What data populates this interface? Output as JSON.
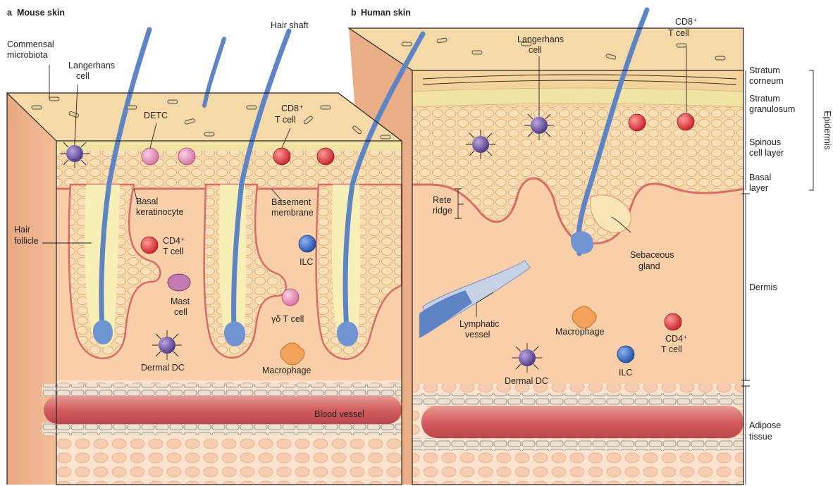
{
  "panel_a": {
    "letter": "a",
    "title": "Mouse skin",
    "labels": {
      "commensal_1": "Commensal",
      "commensal_2": "microbiota",
      "langerhans_1": "Langerhans",
      "langerhans_2": "cell",
      "hair_shaft": "Hair shaft",
      "detc": "DETC",
      "cd8_1": "CD8⁺",
      "cd8_2": "T cell",
      "basal_1": "Basal",
      "basal_2": "keratinocyte",
      "basement_1": "Basement",
      "basement_2": "membrane",
      "hair_1": "Hair",
      "hair_2": "follicle",
      "cd4_1": "CD4⁺",
      "cd4_2": "T cell",
      "ilc": "ILC",
      "mast_1": "Mast",
      "mast_2": "cell",
      "gd": "γδ T cell",
      "dermal_dc": "Dermal DC",
      "macrophage": "Macrophage",
      "blood_vessel": "Blood vessel"
    }
  },
  "panel_b": {
    "letter": "b",
    "title": "Human skin",
    "labels": {
      "langerhans_1": "Langerhans",
      "langerhans_2": "cell",
      "cd8_1": "CD8⁺",
      "cd8_2": "T cell",
      "rete_1": "Rete",
      "rete_2": "ridge",
      "sebaceous_1": "Sebaceous",
      "sebaceous_2": "gland",
      "lymph_1": "Lymphatic",
      "lymph_2": "vessel",
      "macrophage": "Macrophage",
      "cd4_1": "CD4⁺",
      "cd4_2": "T cell",
      "ilc": "ILC",
      "dermal_dc": "Dermal DC"
    }
  },
  "layers": {
    "stratum_corneum_1": "Stratum",
    "stratum_corneum_2": "corneum",
    "stratum_gran_1": "Stratum",
    "stratum_gran_2": "granulosum",
    "spinous_1": "Spinous",
    "spinous_2": "cell layer",
    "basal_1": "Basal",
    "basal_2": "layer",
    "epidermis": "Epidermis",
    "dermis": "Dermis",
    "adipose_1": "Adipose",
    "adipose_2": "tissue"
  },
  "colors": {
    "dermis": "#f6c9a3",
    "epidermis": "#f7d7a8",
    "hair": "#5d84c4",
    "blood_vessel": "#d96b6b",
    "red_cell": "#d8323a",
    "pink_cell": "#e58bb4",
    "ilc": "#2f5db8",
    "dc": "#5a3f8c",
    "macrophage": "#f2a25a"
  }
}
